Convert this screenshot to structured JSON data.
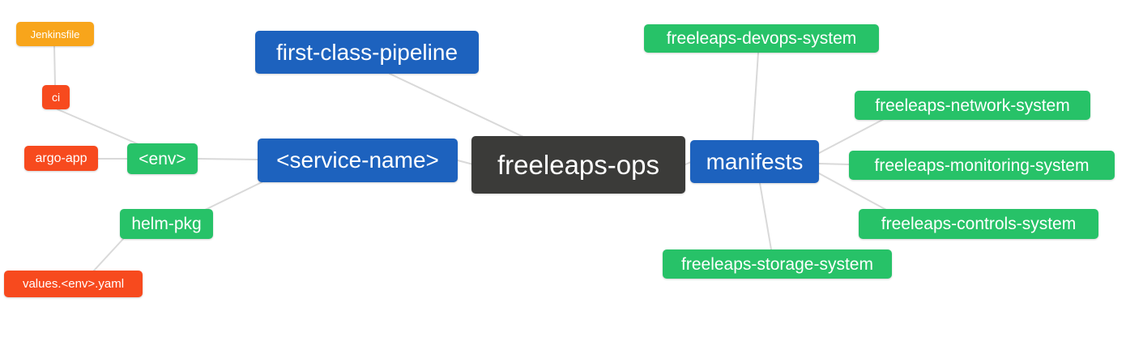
{
  "diagram": {
    "palette": {
      "root_bg": "#3b3b39",
      "branch_blue_bg": "#1d62be",
      "leaf_green_bg": "#27c268",
      "leaf_red_bg": "#f74a1e",
      "leaf_orange_bg": "#f8a51b",
      "node_text": "#ffffff",
      "edge_line": "#d9d9d9"
    },
    "nodes": [
      {
        "id": "jenkinsfile",
        "label": "Jenkinsfile"
      },
      {
        "id": "ci",
        "label": "ci"
      },
      {
        "id": "argo-app",
        "label": "argo-app"
      },
      {
        "id": "env",
        "label": "<env>"
      },
      {
        "id": "service-name",
        "label": "<service-name>"
      },
      {
        "id": "first-class-pipeline",
        "label": "first-class-pipeline"
      },
      {
        "id": "freeleaps-ops",
        "label": "freeleaps-ops"
      },
      {
        "id": "manifests",
        "label": "manifests"
      },
      {
        "id": "devops-system",
        "label": "freeleaps-devops-system"
      },
      {
        "id": "network-system",
        "label": "freeleaps-network-system"
      },
      {
        "id": "monitoring-system",
        "label": "freeleaps-monitoring-system"
      },
      {
        "id": "controls-system",
        "label": "freeleaps-controls-system"
      },
      {
        "id": "storage-system",
        "label": "freeleaps-storage-system"
      },
      {
        "id": "helm-pkg",
        "label": "helm-pkg"
      },
      {
        "id": "values-env-yaml",
        "label": "values.<env>.yaml"
      }
    ],
    "edges": [
      {
        "from": "jenkinsfile",
        "to": "ci"
      },
      {
        "from": "ci",
        "to": "env"
      },
      {
        "from": "argo-app",
        "to": "env"
      },
      {
        "from": "env",
        "to": "service-name"
      },
      {
        "from": "helm-pkg",
        "to": "service-name"
      },
      {
        "from": "values-env-yaml",
        "to": "helm-pkg"
      },
      {
        "from": "first-class-pipeline",
        "to": "freeleaps-ops"
      },
      {
        "from": "service-name",
        "to": "freeleaps-ops"
      },
      {
        "from": "manifests",
        "to": "freeleaps-ops"
      },
      {
        "from": "devops-system",
        "to": "manifests"
      },
      {
        "from": "network-system",
        "to": "manifests"
      },
      {
        "from": "monitoring-system",
        "to": "manifests"
      },
      {
        "from": "controls-system",
        "to": "manifests"
      },
      {
        "from": "storage-system",
        "to": "manifests"
      }
    ]
  }
}
